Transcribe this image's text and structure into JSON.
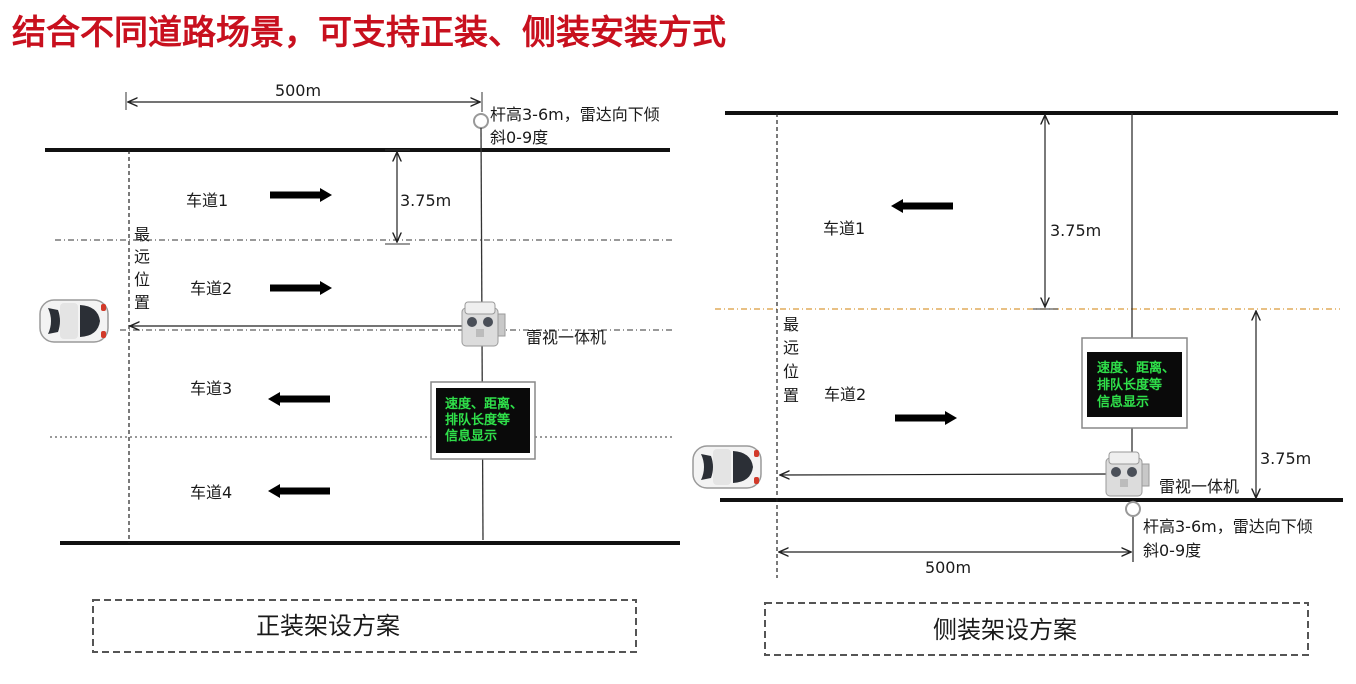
{
  "title": "结合不同道路场景，可支持正装、侧装安装方式",
  "colors": {
    "title": "#c8101e",
    "road_line": "#111111",
    "lane_divider_dark": "#333333",
    "lane_divider_orange": "#d99a3a",
    "sign_bg": "#0a0a0a",
    "sign_text": "#2fe04a"
  },
  "front": {
    "label": "正装架设方案",
    "distance": "500m",
    "lane_width": "3.75m",
    "pole_note_1": "杆高3-6m，雷达向下倾",
    "pole_note_2": "斜0-9度",
    "farthest": [
      "最",
      "远",
      "位",
      "置"
    ],
    "lanes": [
      "车道1",
      "车道2",
      "车道3",
      "车道4"
    ],
    "device": "雷视一体机",
    "sign_lines": [
      "速度、距离、",
      "排队长度等",
      "信息显示"
    ]
  },
  "side": {
    "label": "侧装架设方案",
    "distance": "500m",
    "lane_width_1": "3.75m",
    "lane_width_2": "3.75m",
    "pole_note_1": "杆高3-6m，雷达向下倾",
    "pole_note_2": "斜0-9度",
    "farthest": [
      "最",
      "远",
      "位",
      "置"
    ],
    "lanes": [
      "车道1",
      "车道2"
    ],
    "device": "雷视一体机",
    "sign_lines": [
      "速度、距离、",
      "排队长度等",
      "信息显示"
    ]
  }
}
